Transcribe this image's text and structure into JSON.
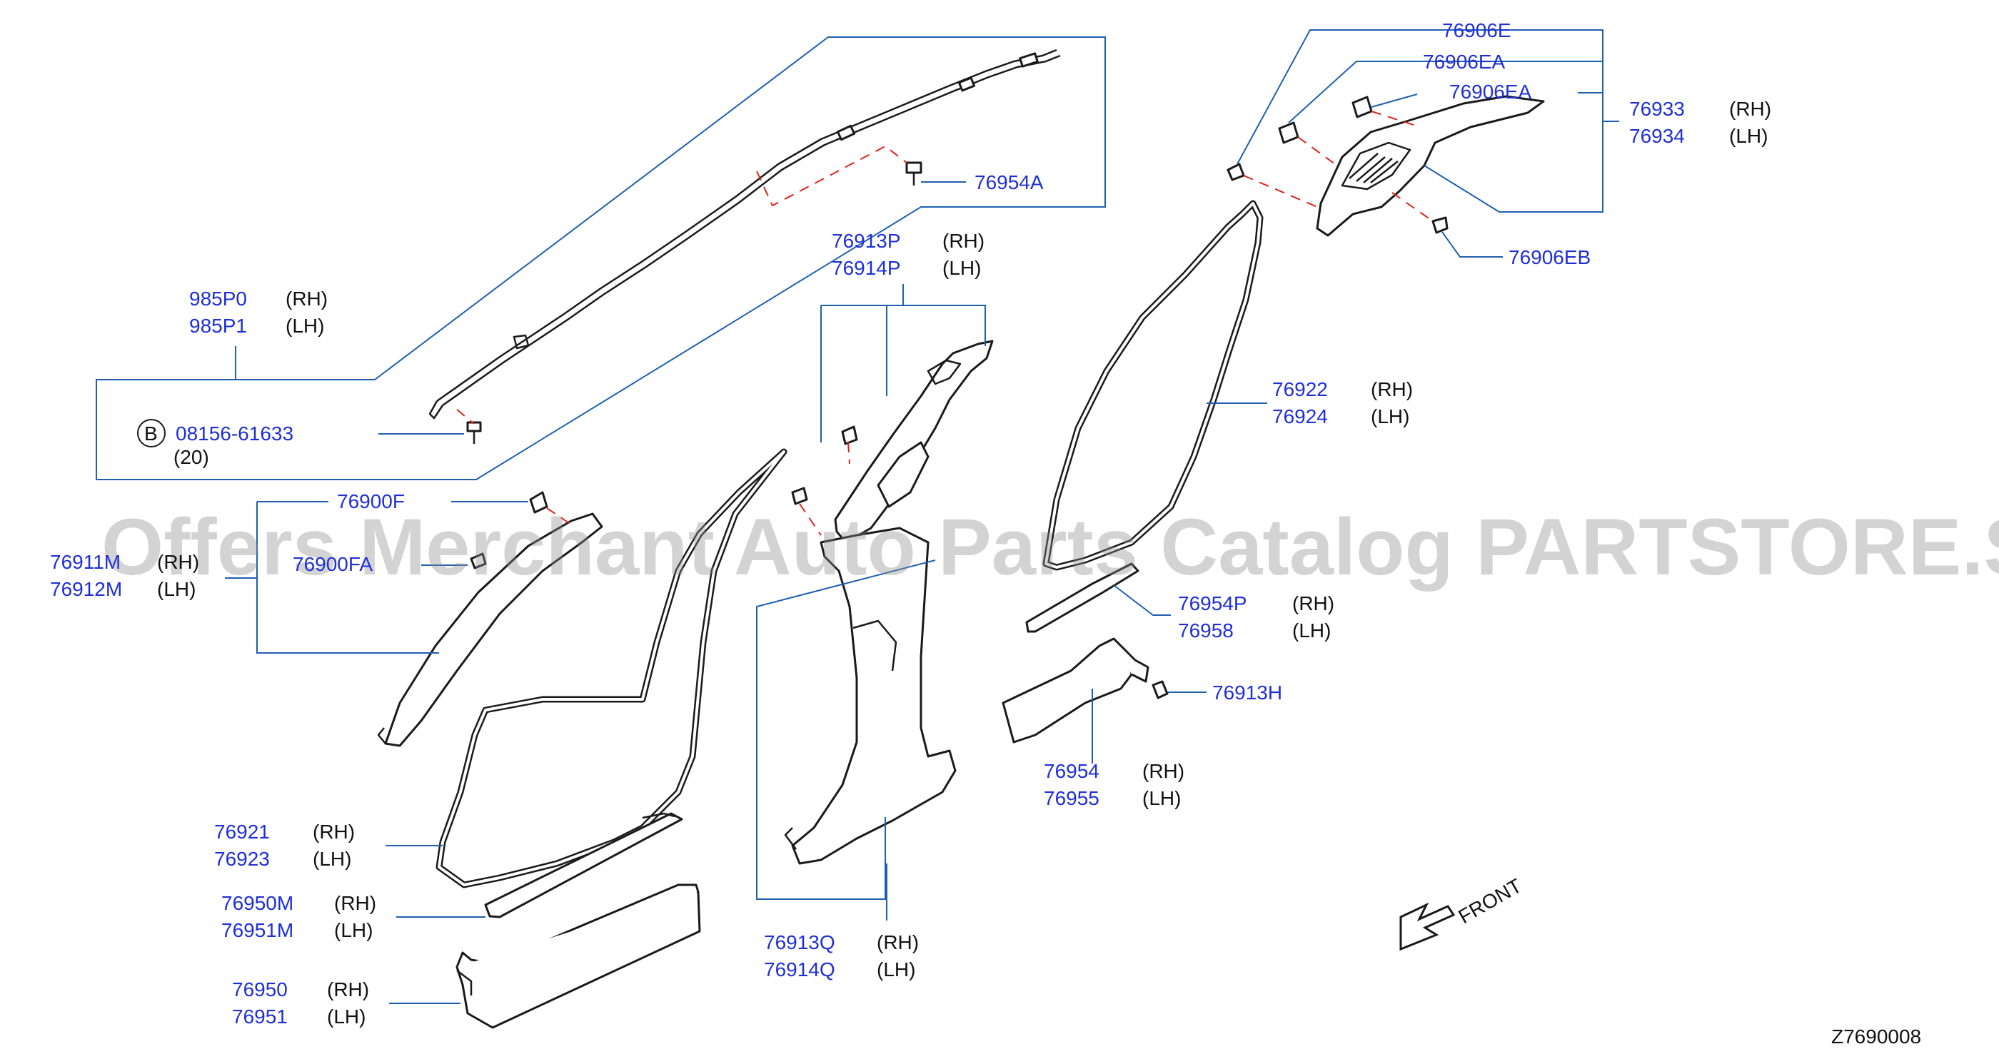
{
  "labels": {
    "p985p0": "985P0",
    "p985p1": "985P1",
    "rh": "(RH)",
    "lh": "(LH)",
    "p76954a": "76954A",
    "bolt_circle": "B",
    "p08156": "08156-61633",
    "qty20": "(20)",
    "p76900f": "76900F",
    "p76900fa": "76900FA",
    "p76911m": "76911M",
    "p76912m": "76912M",
    "p76921": "76921",
    "p76923": "76923",
    "p76950m": "76950M",
    "p76951m": "76951M",
    "p76950": "76950",
    "p76951": "76951",
    "p76913p": "76913P",
    "p76914p": "76914P",
    "p76913q": "76913Q",
    "p76914q": "76914Q",
    "p76922": "76922",
    "p76924": "76924",
    "p76954p": "76954P",
    "p76958": "76958",
    "p76913h": "76913H",
    "p76954": "76954",
    "p76955": "76955",
    "p76906e": "76906E",
    "p76906ea": "76906EA",
    "p76906eb": "76906EB",
    "p76933": "76933",
    "p76934": "76934",
    "front": "FRONT",
    "diagram_code": "Z7690008"
  },
  "watermark": "Offers Merchant Auto Parts Catalog PARTSTORE.SA",
  "colors": {
    "part_number": "#1f2fd6",
    "leader": "#1f5fb0",
    "dashed": "#e0221c",
    "watermark": "#8c8c8c"
  }
}
